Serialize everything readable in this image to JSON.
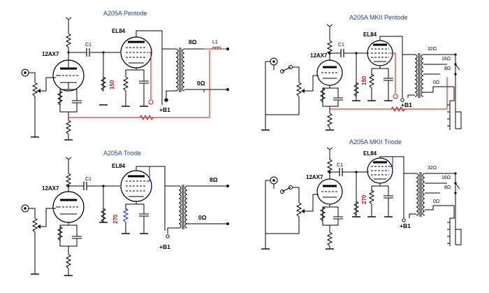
{
  "circuits": [
    {
      "id": "pentode",
      "title": "A205A Pentode",
      "preamp_tube": "12AX7",
      "power_tube": "EL84",
      "coupling_cap": "C1",
      "cathode_resistor": "150",
      "out_top": "8Ω",
      "out_bottom": "0Ω",
      "choke": "L1",
      "supply": "+B1"
    },
    {
      "id": "mkii-pentode",
      "title": "A205A MKII Pentode",
      "preamp_tube": "12AX7",
      "power_tube": "EL84",
      "coupling_cap": "C1",
      "cathode_resistor": "150",
      "out_32": "32Ω",
      "out_16": "16Ω",
      "out_8": "8Ω",
      "out_0": "0Ω",
      "supply": "+B1"
    },
    {
      "id": "triode",
      "title": "A205A Triode",
      "preamp_tube": "12AX7",
      "power_tube": "EL84",
      "coupling_cap": "C1",
      "cathode_resistor": "270",
      "out_top": "8Ω",
      "out_bottom": "0Ω",
      "supply": "+B1"
    },
    {
      "id": "mkii-triode",
      "title": "A205A MKII Triode",
      "preamp_tube": "12AX7",
      "power_tube": "EL84",
      "coupling_cap": "C1",
      "cathode_resistor": "270",
      "out_32": "32Ω",
      "out_16": "16Ω",
      "out_8": "8Ω",
      "out_0": "0Ω",
      "supply": "+B1"
    }
  ],
  "colors": {
    "title": "#1a3fa8",
    "feedback_wire": "#c0161a",
    "triode_strap": "#2a3fc0",
    "wire": "#000000"
  }
}
